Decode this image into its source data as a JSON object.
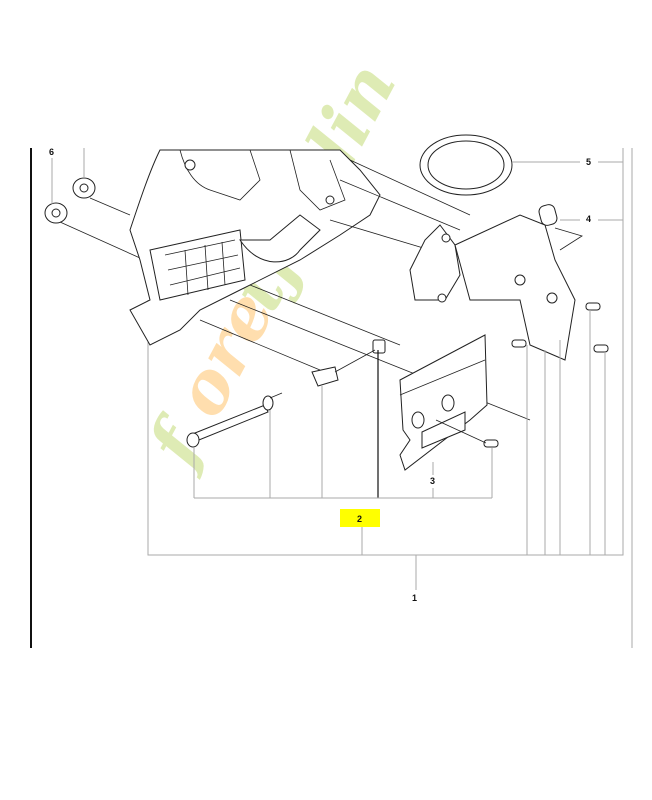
{
  "diagram": {
    "callouts": [
      {
        "id": "1",
        "label": "1"
      },
      {
        "id": "2",
        "label": "2",
        "highlighted": true,
        "highlight_color": "#ffff00"
      },
      {
        "id": "3",
        "label": "3"
      },
      {
        "id": "4",
        "label": "4"
      },
      {
        "id": "5",
        "label": "5"
      },
      {
        "id": "6",
        "label": "6"
      }
    ],
    "watermark": "foretjardin",
    "colors": {
      "line": "#222222",
      "leader": "#aaaaaa",
      "highlight": "#ffff00",
      "watermark_green": "#c8e08a",
      "watermark_orange": "#ffd9a0"
    }
  }
}
